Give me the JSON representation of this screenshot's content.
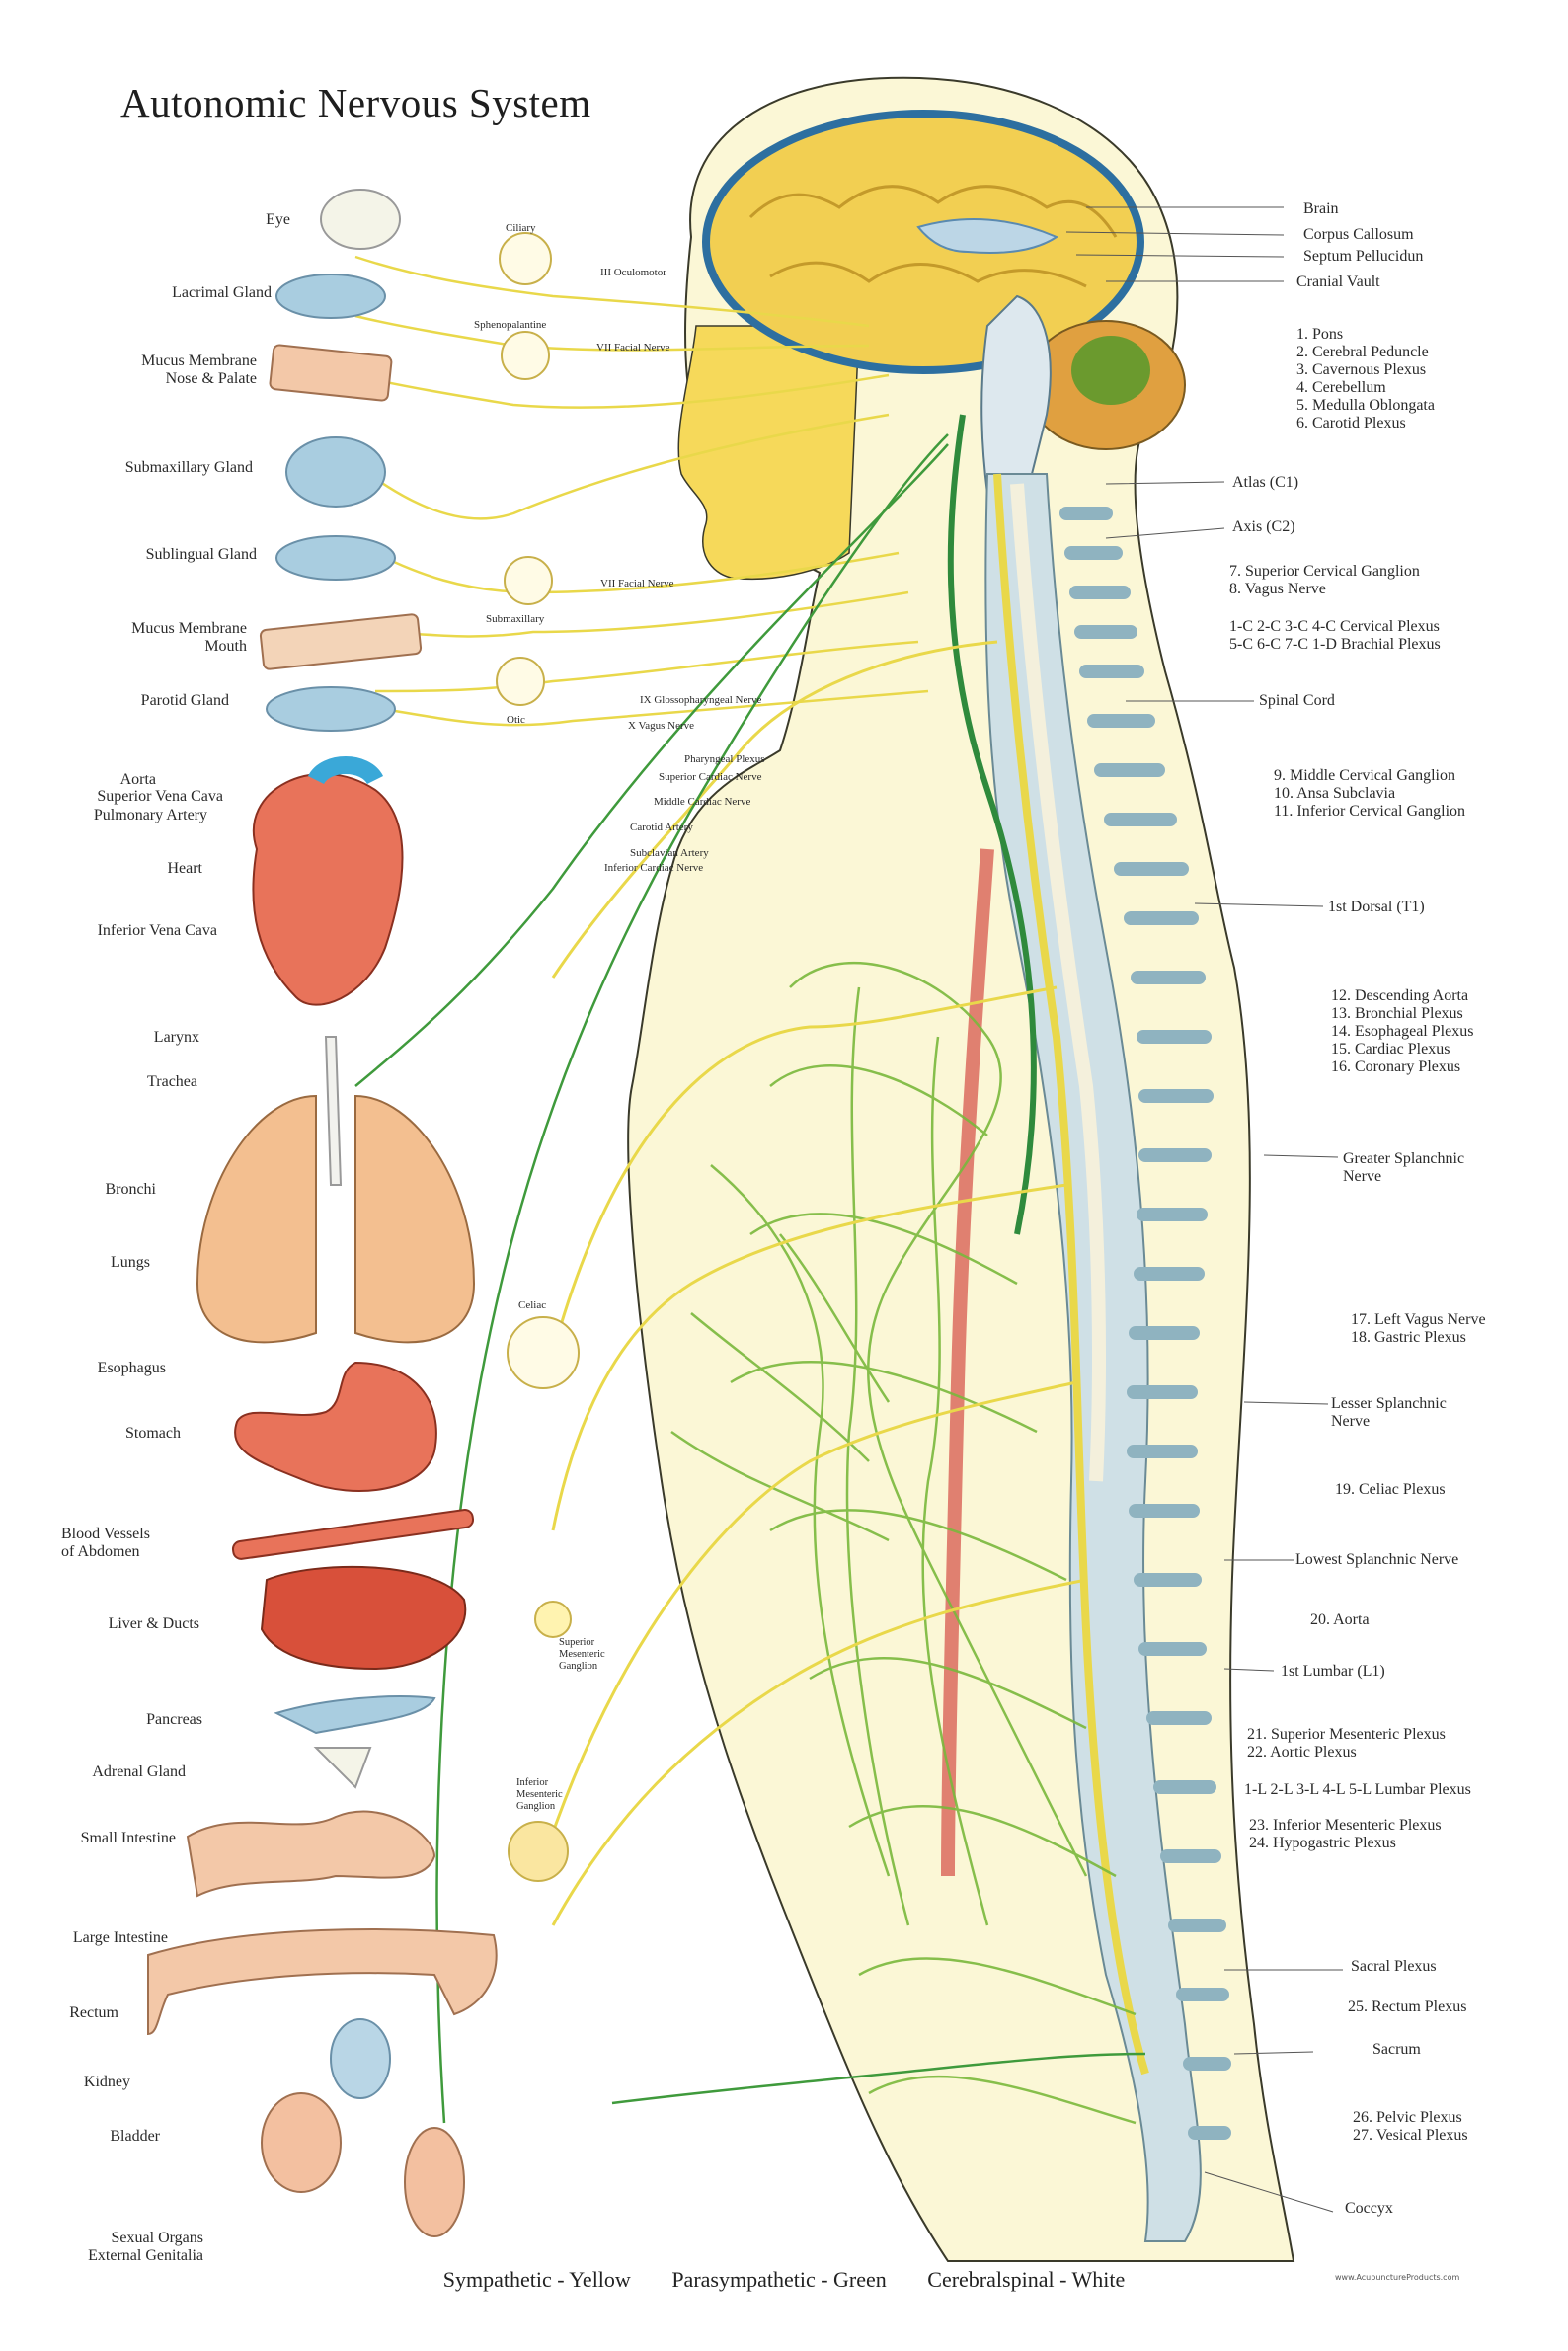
{
  "title": "Autonomic Nervous System",
  "legend": {
    "sympathetic": "Sympathetic - Yellow",
    "parasympathetic": "Parasympathetic - Green",
    "cerebrospinal": "Cerebralspinal - White"
  },
  "credit": "www.AcupunctureProducts.com",
  "colors": {
    "sympathetic": "#e9d84a",
    "parasympathetic": "#4f9a3c",
    "cerebrospinal": "#f2efdc",
    "brain": "#f2cf52",
    "skin": "#f9f3c8",
    "face": "#f6dc5c",
    "organ": "#e8735a",
    "lung": "#f3bf90",
    "spine_bone": "#cfe0e6"
  },
  "left_labels": {
    "eye": "Eye",
    "lacrimal": "Lacrimal Gland",
    "mucus_nose": "Mucus Membrane\nNose & Palate",
    "submaxillary_gland": "Submaxillary Gland",
    "sublingual": "Sublingual Gland",
    "mucus_mouth": "Mucus Membrane\nMouth",
    "parotid": "Parotid Gland",
    "aorta": "Aorta",
    "svc": "Superior Vena Cava",
    "pulm_artery": "Pulmonary Artery",
    "heart": "Heart",
    "ivc": "Inferior Vena Cava",
    "larynx": "Larynx",
    "trachea": "Trachea",
    "bronchi": "Bronchi",
    "lungs": "Lungs",
    "esophagus": "Esophagus",
    "stomach": "Stomach",
    "blood_vessels": "Blood Vessels\nof Abdomen",
    "liver": "Liver & Ducts",
    "pancreas": "Pancreas",
    "adrenal": "Adrenal Gland",
    "small_intestine": "Small Intestine",
    "large_intestine": "Large Intestine",
    "rectum": "Rectum",
    "kidney": "Kidney",
    "bladder": "Bladder",
    "sexual": "Sexual Organs\nExternal Genitalia"
  },
  "ganglia_labels": {
    "ciliary": "Ciliary",
    "sphenopalatine": "Sphenopalantine",
    "submaxillary": "Submaxillary",
    "otic": "Otic",
    "celiac": "Celiac",
    "sup_mesenteric": "Superior\nMesenteric\nGanglion",
    "inf_mesenteric": "Inferior\nMesenteric\nGanglion"
  },
  "nerve_labels": {
    "iii": "III Oculomotor",
    "vii_upper": "VII Facial Nerve",
    "vii_lower": "VII Facial Nerve",
    "ix": "IX Glossopharyngeal Nerve",
    "x": "X Vagus Nerve",
    "pharyngeal": "Pharyngeal Plexus",
    "sup_cardiac": "Superior Cardiac Nerve",
    "mid_cardiac": "Middle Cardiac Nerve",
    "carotid_artery": "Carotid Artery",
    "subclavian": "Subclavian Artery",
    "inf_cardiac": "Inferior Cardiac Nerve"
  },
  "right_labels": {
    "brain": "Brain",
    "corpus": "Corpus Callosum",
    "septum": "Septum Pellucidun",
    "vault": "Cranial Vault",
    "list1": "1. Pons\n2. Cerebral Peduncle\n3. Cavernous Plexus\n4. Cerebellum\n5. Medulla Oblongata\n6. Carotid Plexus",
    "atlas": "Atlas (C1)",
    "axis": "Axis (C2)",
    "list2": "7. Superior Cervical Ganglion\n8. Vagus Nerve",
    "cervical": "1-C 2-C 3-C 4-C Cervical Plexus\n5-C 6-C 7-C 1-D Brachial Plexus",
    "spinal_cord": "Spinal Cord",
    "list3": "9. Middle Cervical Ganglion\n10. Ansa Subclavia\n11. Inferior Cervical Ganglion",
    "t1": "1st Dorsal (T1)",
    "list4": "12. Descending Aorta\n13. Bronchial Plexus\n14. Esophageal Plexus\n15. Cardiac Plexus\n16. Coronary Plexus",
    "greater": "Greater Splanchnic\nNerve",
    "list5": "17. Left Vagus Nerve\n18. Gastric Plexus",
    "lesser": "Lesser Splanchnic\nNerve",
    "celiac_plexus": "19. Celiac Plexus",
    "lowest": "Lowest Splanchnic Nerve",
    "aorta20": "20. Aorta",
    "l1": "1st Lumbar (L1)",
    "list6": "21. Superior Mesenteric Plexus\n22. Aortic Plexus",
    "lumbar": "1-L 2-L 3-L 4-L 5-L Lumbar Plexus",
    "list7": "23. Inferior Mesenteric Plexus\n24. Hypogastric Plexus",
    "sacral": "Sacral Plexus",
    "rectum25": "25. Rectum Plexus",
    "sacrum": "Sacrum",
    "list8": "26. Pelvic Plexus\n27. Vesical Plexus",
    "coccyx": "Coccyx"
  }
}
